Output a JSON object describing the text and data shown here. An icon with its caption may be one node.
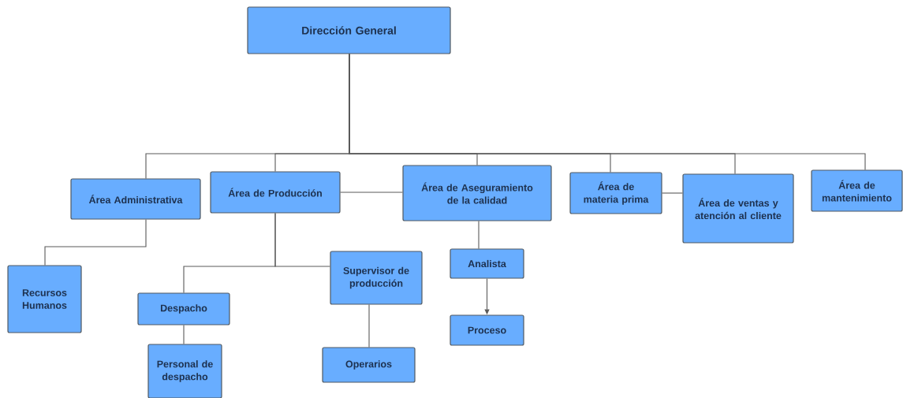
{
  "diagram": {
    "nodes": [
      {
        "text": [
          "Dirección General"
        ]
      },
      {
        "text": [
          "Área Administrativa"
        ]
      },
      {
        "text": [
          "Área de Producción"
        ]
      },
      {
        "text": [
          "Área de Aseguramiento de la calidad"
        ]
      },
      {
        "text": [
          "Área de materia prima"
        ]
      },
      {
        "text": [
          "Área de ventas y atención al cliente"
        ]
      },
      {
        "text": [
          "Área de mantenimiento"
        ]
      },
      {
        "text": [
          "Recursos Humanos"
        ]
      },
      {
        "text": [
          "Despacho"
        ]
      },
      {
        "text": [
          "Supervisor de producción"
        ]
      },
      {
        "text": [
          "Personal de despacho"
        ]
      },
      {
        "text": [
          "Operarios"
        ]
      },
      {
        "text": [
          "Analista"
        ]
      },
      {
        "text": [
          "Proceso"
        ]
      }
    ],
    "edges": [
      {
        "from": 0,
        "to": 1,
        "arrow": "none"
      },
      {
        "from": 0,
        "to": 2,
        "arrow": "none"
      },
      {
        "from": 0,
        "to": 3,
        "arrow": "none"
      },
      {
        "from": 0,
        "to": 4,
        "arrow": "none"
      },
      {
        "from": 0,
        "to": 5,
        "arrow": "none"
      },
      {
        "from": 0,
        "to": 6,
        "arrow": "none"
      },
      {
        "from": 2,
        "to": 3,
        "arrow": "none"
      },
      {
        "from": 4,
        "to": 5,
        "arrow": "none"
      },
      {
        "from": 1,
        "to": 7,
        "arrow": "none"
      },
      {
        "from": 2,
        "to": 8,
        "arrow": "none"
      },
      {
        "from": 2,
        "to": 9,
        "arrow": "none"
      },
      {
        "from": 8,
        "to": 10,
        "arrow": "none"
      },
      {
        "from": 9,
        "to": 11,
        "arrow": "none"
      },
      {
        "from": 3,
        "to": 12,
        "arrow": "none"
      },
      {
        "from": 12,
        "to": 13,
        "arrow": "to"
      }
    ]
  }
}
